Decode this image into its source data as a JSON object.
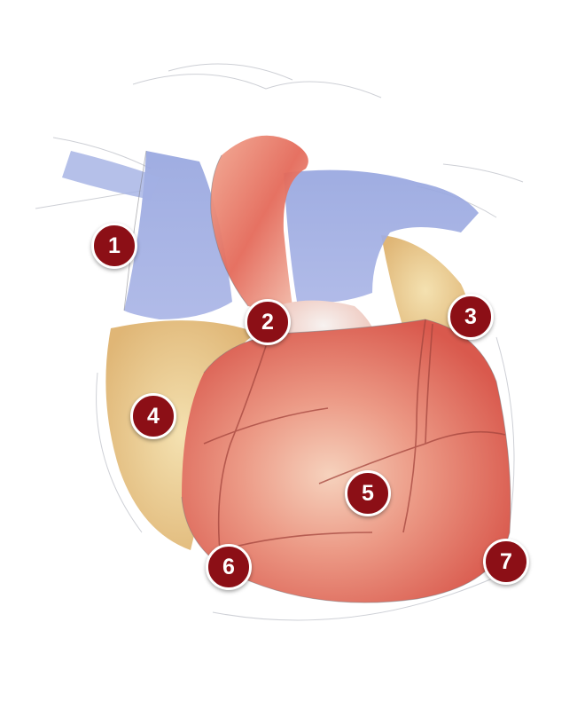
{
  "markers": [
    {
      "id": "1",
      "label": "1"
    },
    {
      "id": "2",
      "label": "2"
    },
    {
      "id": "3",
      "label": "3"
    },
    {
      "id": "4",
      "label": "4"
    },
    {
      "id": "5",
      "label": "5"
    },
    {
      "id": "6",
      "label": "6"
    },
    {
      "id": "7",
      "label": "7"
    }
  ],
  "colors": {
    "marker_fill": "#8c0f16",
    "marker_border": "#ffffff",
    "vein_blue": "#8a9ad6",
    "artery_red": "#e46a5a",
    "fat_yellow": "#e9c98a",
    "muscle_red": "#e27a6c"
  }
}
